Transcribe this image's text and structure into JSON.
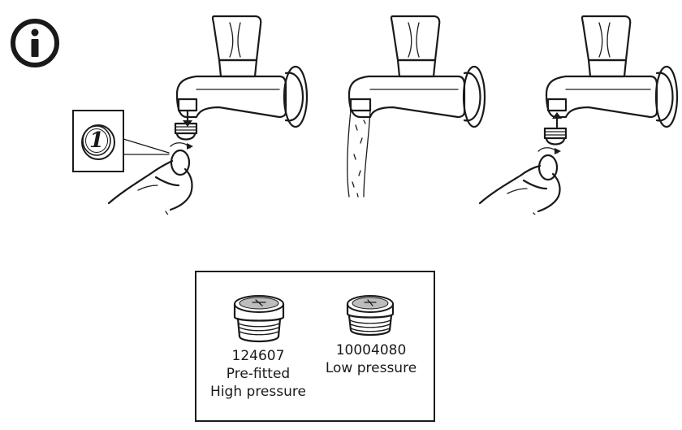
{
  "info_icon": {
    "icon": "info-icon",
    "glyph": "i"
  },
  "coin": {
    "label": "1",
    "icon": "coin-icon"
  },
  "steps": [
    {
      "name": "remove-aerator",
      "icon": "tap-icon"
    },
    {
      "name": "run-water",
      "icon": "tap-icon"
    },
    {
      "name": "refit-aerator",
      "icon": "tap-icon"
    }
  ],
  "legend": {
    "items": [
      {
        "code": "124607",
        "line2": "Pre-fitted",
        "line3": "High pressure"
      },
      {
        "code": "10004080",
        "line2": "Low pressure",
        "line3": ""
      }
    ]
  }
}
